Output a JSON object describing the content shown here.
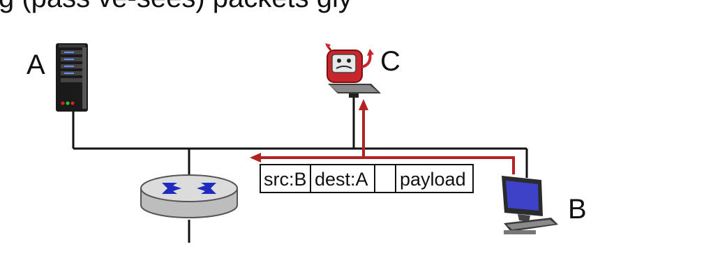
{
  "top_text": "g (pass ve-sees) packets gly",
  "nodes": {
    "a": {
      "label": "A",
      "icon": "server-icon"
    },
    "b": {
      "label": "B",
      "icon": "desktop-computer-icon"
    },
    "c": {
      "label": "C",
      "icon": "devil-computer-icon"
    },
    "router": {
      "icon": "router-icon"
    }
  },
  "packet": {
    "src": "src:B",
    "dest": "dest:A",
    "empty": "",
    "payload": "payload"
  },
  "colors": {
    "link": "#111111",
    "packet_path": "#b22222",
    "router_accent": "#1f2bbf",
    "server_led": "#6b8cff",
    "devil_red": "#c8262c"
  }
}
